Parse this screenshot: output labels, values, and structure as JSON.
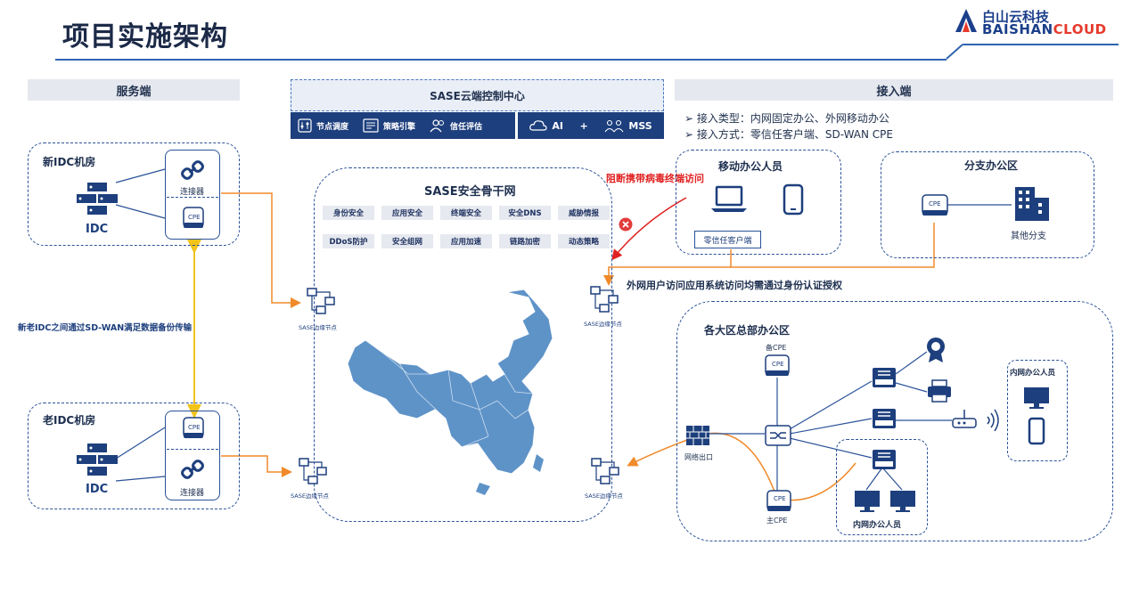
{
  "header": {
    "title": "项目实施架构",
    "logo_cn": "白山云科技",
    "logo_en_main": "BAISHAN",
    "logo_en_accent": "CLOUD"
  },
  "sections": {
    "server_side": "服务端",
    "access_side": "接入端"
  },
  "control_center": {
    "title": "SASE云端控制中心",
    "items": [
      "节点调度",
      "策略引擎",
      "信任评估"
    ],
    "items_right": [
      "AI",
      "+",
      "MSS"
    ]
  },
  "access_info": {
    "bullets": [
      "接入类型：内网固定办公、外网移动办公",
      "接入方式：零信任客户端、SD-WAN CPE"
    ]
  },
  "idc_new": {
    "title": "新IDC机房",
    "label": "IDC",
    "connector": "连接器",
    "cpe": "CPE"
  },
  "idc_old": {
    "title": "老IDC机房",
    "label": "IDC",
    "connector": "连接器",
    "cpe": "CPE"
  },
  "sdwan_note": "新老IDC之间通过SD-WAN满足数据备份传输",
  "backbone": {
    "title": "SASE安全骨干网",
    "tags": [
      "身份安全",
      "应用安全",
      "终端安全",
      "安全DNS",
      "威胁情报",
      "DDoS防护",
      "安全组网",
      "应用加速",
      "链路加密",
      "动态策略"
    ],
    "edge_node": "SASE边缘节点"
  },
  "block_note": "阻断携带病毒终端访问",
  "auth_note": "外网用户访问应用系统访问均需通过身份认证授权",
  "mobile": {
    "title": "移动办公人员",
    "client": "零信任客户端"
  },
  "branch": {
    "title": "分支办公区",
    "cpe": "CPE",
    "label": "其他分支"
  },
  "hq": {
    "title": "各大区总部办公区",
    "backup_cpe": "备CPE",
    "main_cpe": "主CPE",
    "cpe": "CPE",
    "net_exit": "网络出口",
    "intranet_users_right": "内网办公人员",
    "intranet_users_bottom": "内网办公人员"
  },
  "colors": {
    "primary": "#2a5298",
    "dark": "#1d3f7d",
    "orange": "#f08a2a",
    "yellow": "#f2c318",
    "red": "#e02020",
    "map": "#5e93c8"
  }
}
